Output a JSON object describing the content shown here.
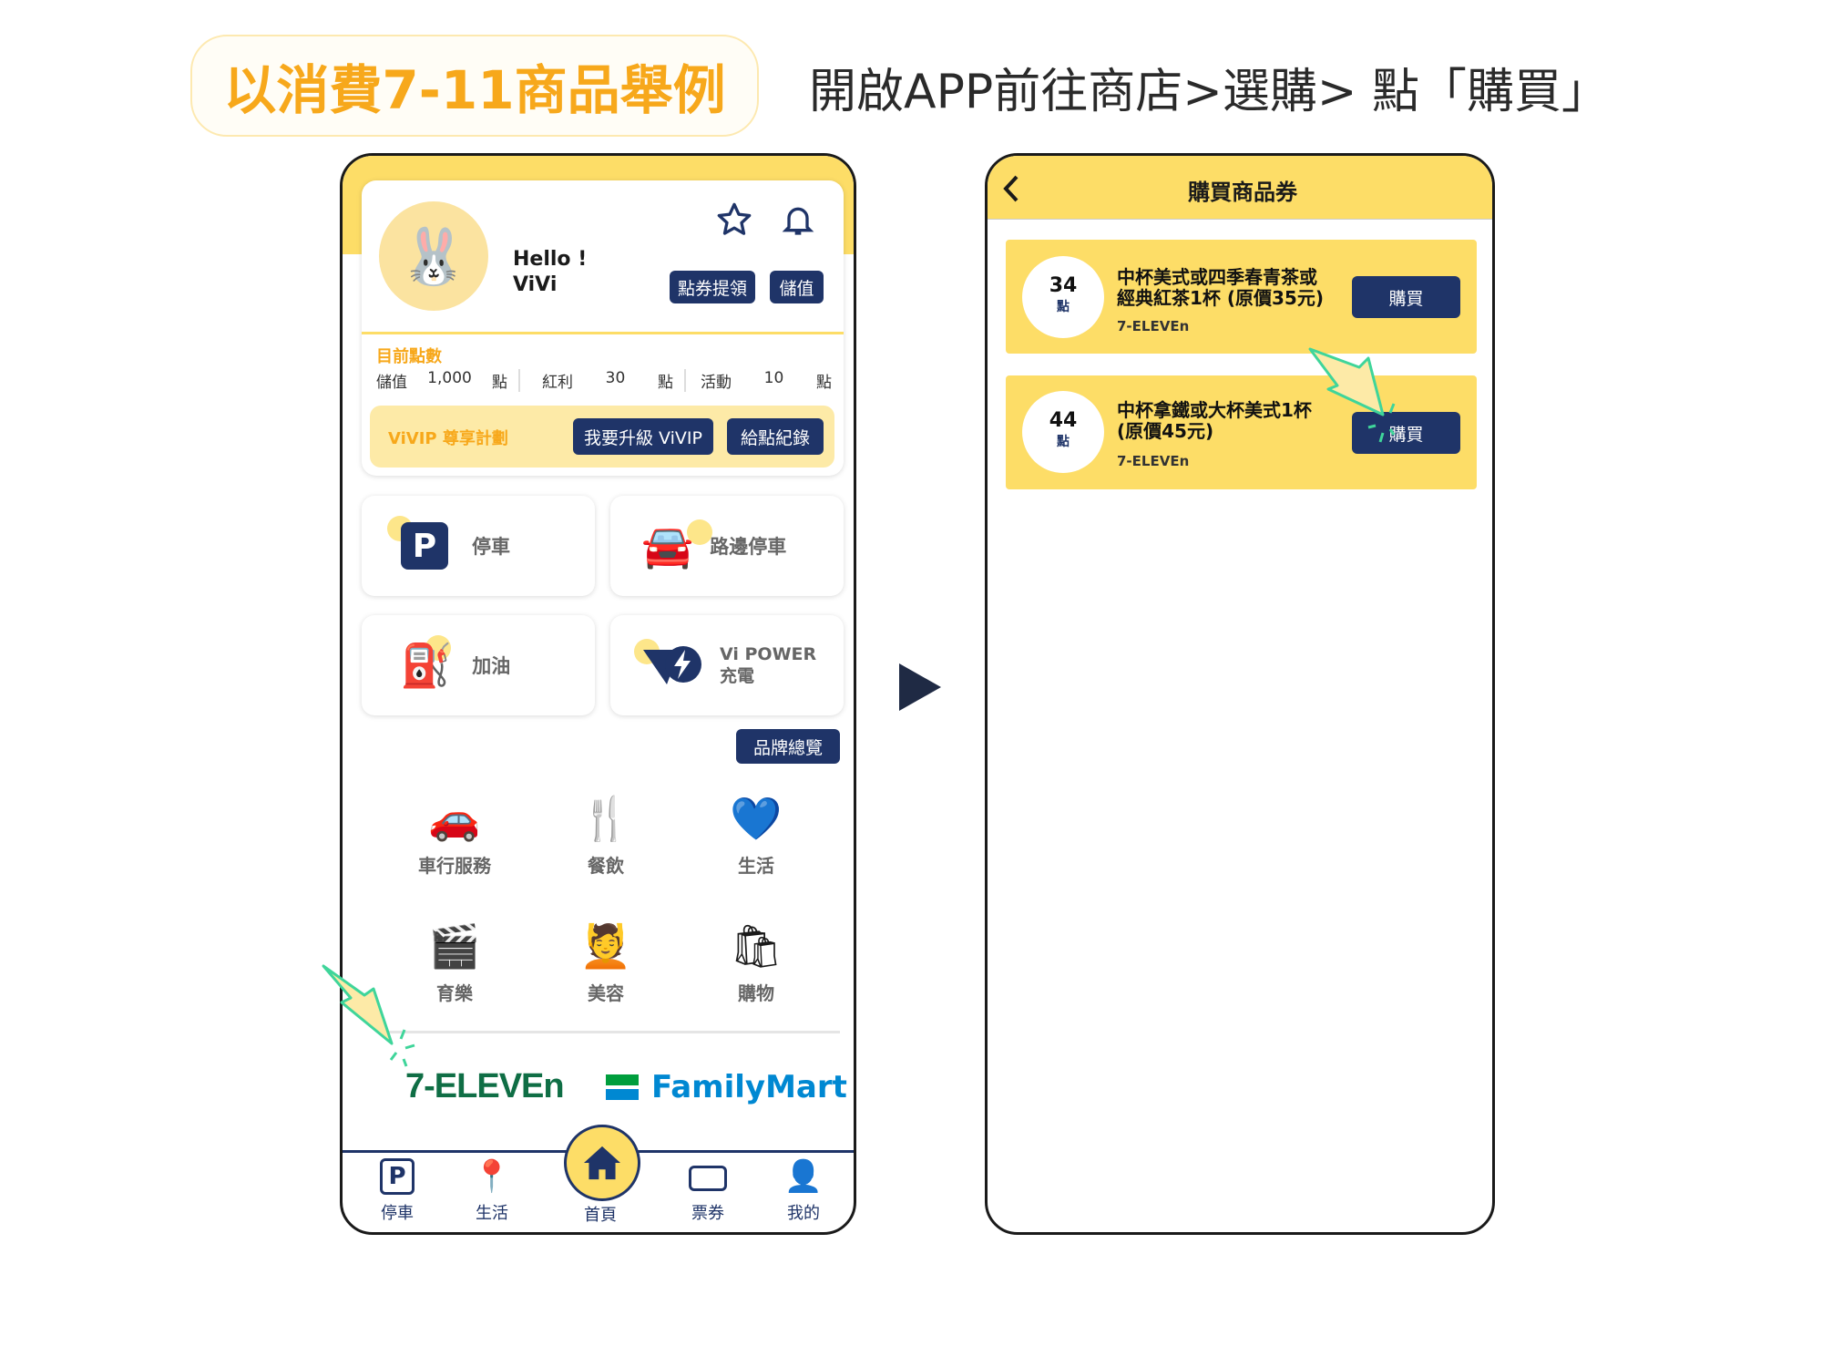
{
  "header": {
    "badge": "以消費7-11商品舉例",
    "instruction": "開啟APP前往商店>選購> 點「購買」"
  },
  "home": {
    "greeting": "Hello !",
    "username": "ViVi",
    "buttons": {
      "redeem": "點券提領",
      "topup": "儲值"
    },
    "points": {
      "title": "目前點數",
      "items": [
        {
          "label": "儲值",
          "value": "1,000",
          "unit": "點"
        },
        {
          "label": "紅利",
          "value": "30",
          "unit": "點"
        },
        {
          "label": "活動",
          "value": "10",
          "unit": "點"
        }
      ]
    },
    "vivip": {
      "label": "ViVIP 尊享計劃",
      "upgrade": "我要升級 ViVIP",
      "history": "給點紀錄"
    },
    "tiles": [
      "停車",
      "路邊停車",
      "加油",
      "Vi POWER\n充電"
    ],
    "brand_overview": "品牌總覽",
    "categories": [
      "車行服務",
      "餐飲",
      "生活",
      "育樂",
      "美容",
      "購物"
    ],
    "logos": {
      "seven": "7-ELEVEn",
      "family": "FamilyMart"
    },
    "nav": [
      "停車",
      "生活",
      "首頁",
      "票券",
      "我的"
    ]
  },
  "shop": {
    "title": "購買商品券",
    "items": [
      {
        "points": "34",
        "unit": "點",
        "name": "中杯美式或四季春青茶或\n經典紅茶1杯 (原價35元)",
        "store": "7-ELEVEn",
        "buy": "購買"
      },
      {
        "points": "44",
        "unit": "點",
        "name": "中杯拿鐵或大杯美式1杯\n(原價45元)",
        "store": "7-ELEVEn",
        "buy": "購買"
      }
    ]
  },
  "colors": {
    "yellow": "#fddd67",
    "navy": "#1f3468",
    "orange": "#f7a81b",
    "green": "#3fd59a"
  }
}
